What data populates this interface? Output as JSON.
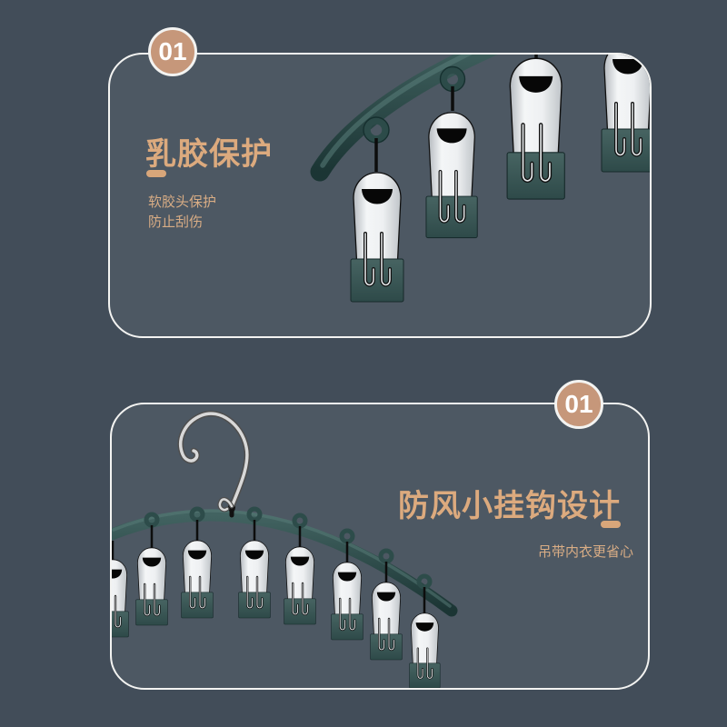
{
  "page": {
    "type": "product-feature-image",
    "background": "#424d59"
  },
  "colors": {
    "badge_accent": "#c6977a",
    "heading_text": "#dcaa7e",
    "body_text": "#d9ad85",
    "panel_border": "#f3f3f1",
    "panel_background": "#4d5863",
    "hanger_teal": "#2e4a49"
  },
  "sections": [
    {
      "badge": "01",
      "title": "乳胶保护",
      "description_lines": [
        "软胶头保护",
        "防止刮伤"
      ],
      "illustration": "latex-head-clips-on-rod"
    },
    {
      "badge": "01",
      "title": "防风小挂钩设计",
      "description_lines": [
        "吊带内衣更省心"
      ],
      "illustration": "windproof-hook-hanger-with-clips"
    }
  ]
}
